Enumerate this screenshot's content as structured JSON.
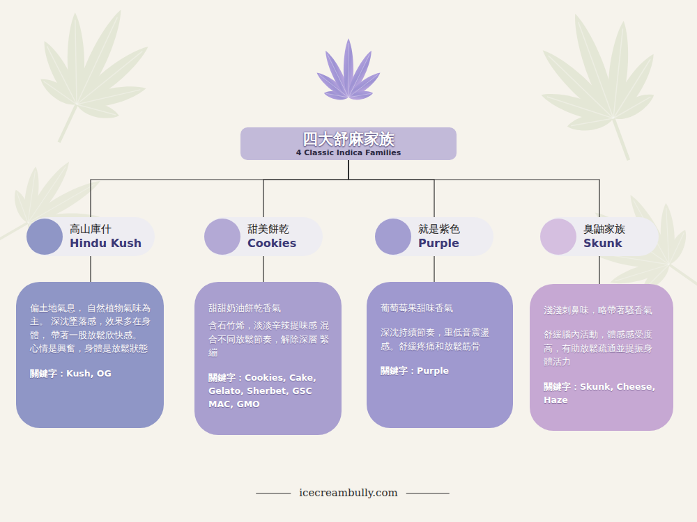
{
  "diagram": {
    "nodes": [
      {
        "text": [
          "四大舒麻家族",
          "4 Classic Indica Families"
        ]
      },
      {
        "text": [
          "高山庫什",
          "Hindu Kush"
        ]
      },
      {
        "text": [
          "偏土地氣息， 自然植物氣味為主。 深沈墜落感，效果多在身體， 帶著一股放鬆欣快感。 心情是興奮，身體是放鬆狀態",
          "關鍵字：Kush, OG"
        ]
      },
      {
        "text": [
          "甜美餅乾",
          "Cookies"
        ]
      },
      {
        "text": [
          "甜甜奶油餅乾香氣",
          "含石竹烯，淡淡辛辣提味感 混合不同放鬆節奏，解除深層 緊繃",
          "關鍵字：Cookies, Cake, Gelato, Sherbet, GSC MAC, GMO"
        ]
      },
      {
        "text": [
          "就是紫色",
          "Purple"
        ]
      },
      {
        "text": [
          "葡萄莓果甜味香氣",
          "深沈持續節奏，重低音震盪 感。舒緩疼痛和放鬆筋骨",
          "關鍵字：Purple"
        ]
      },
      {
        "text": [
          "臭鼬家族",
          "Skunk"
        ]
      },
      {
        "text": [
          "淺淺刺鼻味，略帶著騷香氣",
          "舒緩腦內活動，體感感受度 高，有助放鬆疏通並提振身 體活力",
          "關鍵字：Skunk, Cheese, Haze"
        ]
      }
    ],
    "edges": [
      {
        "from": 0,
        "to": 1,
        "arrow": "none"
      },
      {
        "from": 0,
        "to": 3,
        "arrow": "none"
      },
      {
        "from": 0,
        "to": 5,
        "arrow": "none"
      },
      {
        "from": 0,
        "to": 7,
        "arrow": "none"
      },
      {
        "from": 1,
        "to": 2,
        "arrow": "none"
      },
      {
        "from": 3,
        "to": 4,
        "arrow": "none"
      },
      {
        "from": 5,
        "to": 6,
        "arrow": "none"
      },
      {
        "from": 7,
        "to": 8,
        "arrow": "none"
      }
    ],
    "labels": [
      "icecreambully.com"
    ]
  }
}
